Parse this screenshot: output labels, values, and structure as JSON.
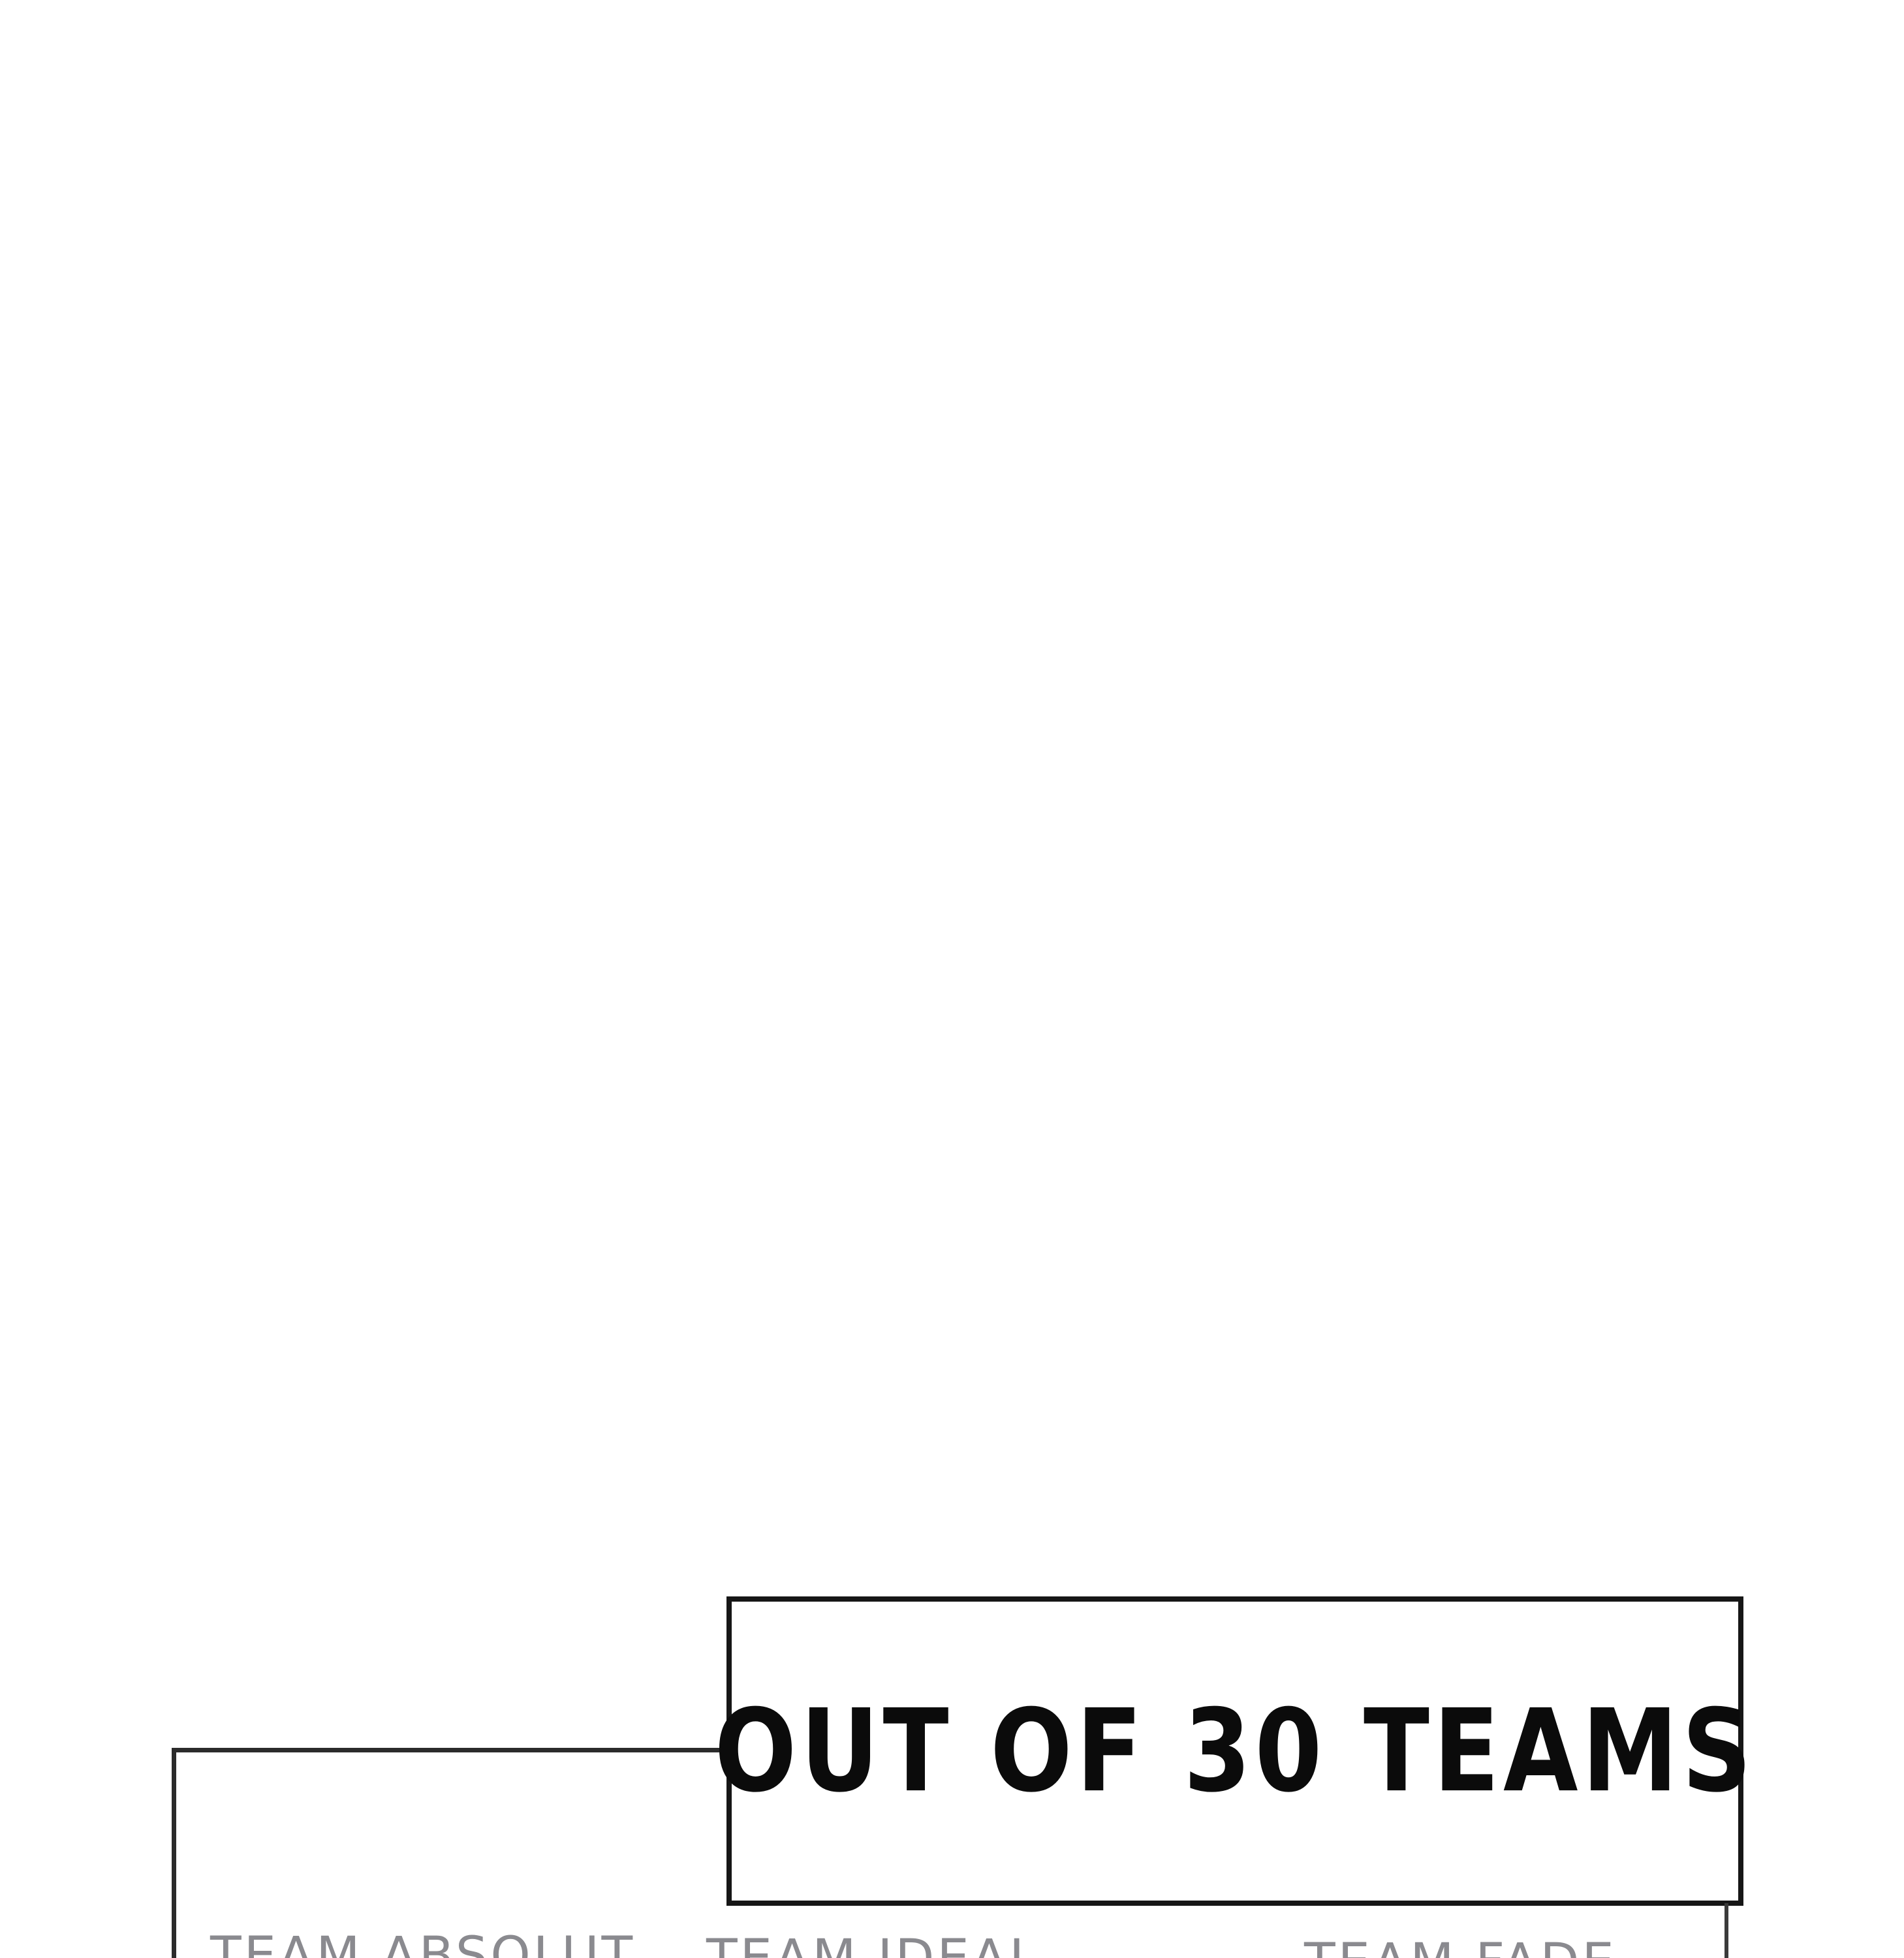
{
  "panel": {
    "background_color": "#ffffff",
    "ink_color": "#161616",
    "muted_text_color": "#8a8a8f"
  },
  "dialogue": {
    "text": "OUT OF 30 TEAMS",
    "team_count": 30
  },
  "teams": [
    {
      "name": "TEAM ABSOLUT"
    },
    {
      "name": "TEAM IDEAL"
    },
    {
      "name": "TEAM FADE"
    }
  ]
}
